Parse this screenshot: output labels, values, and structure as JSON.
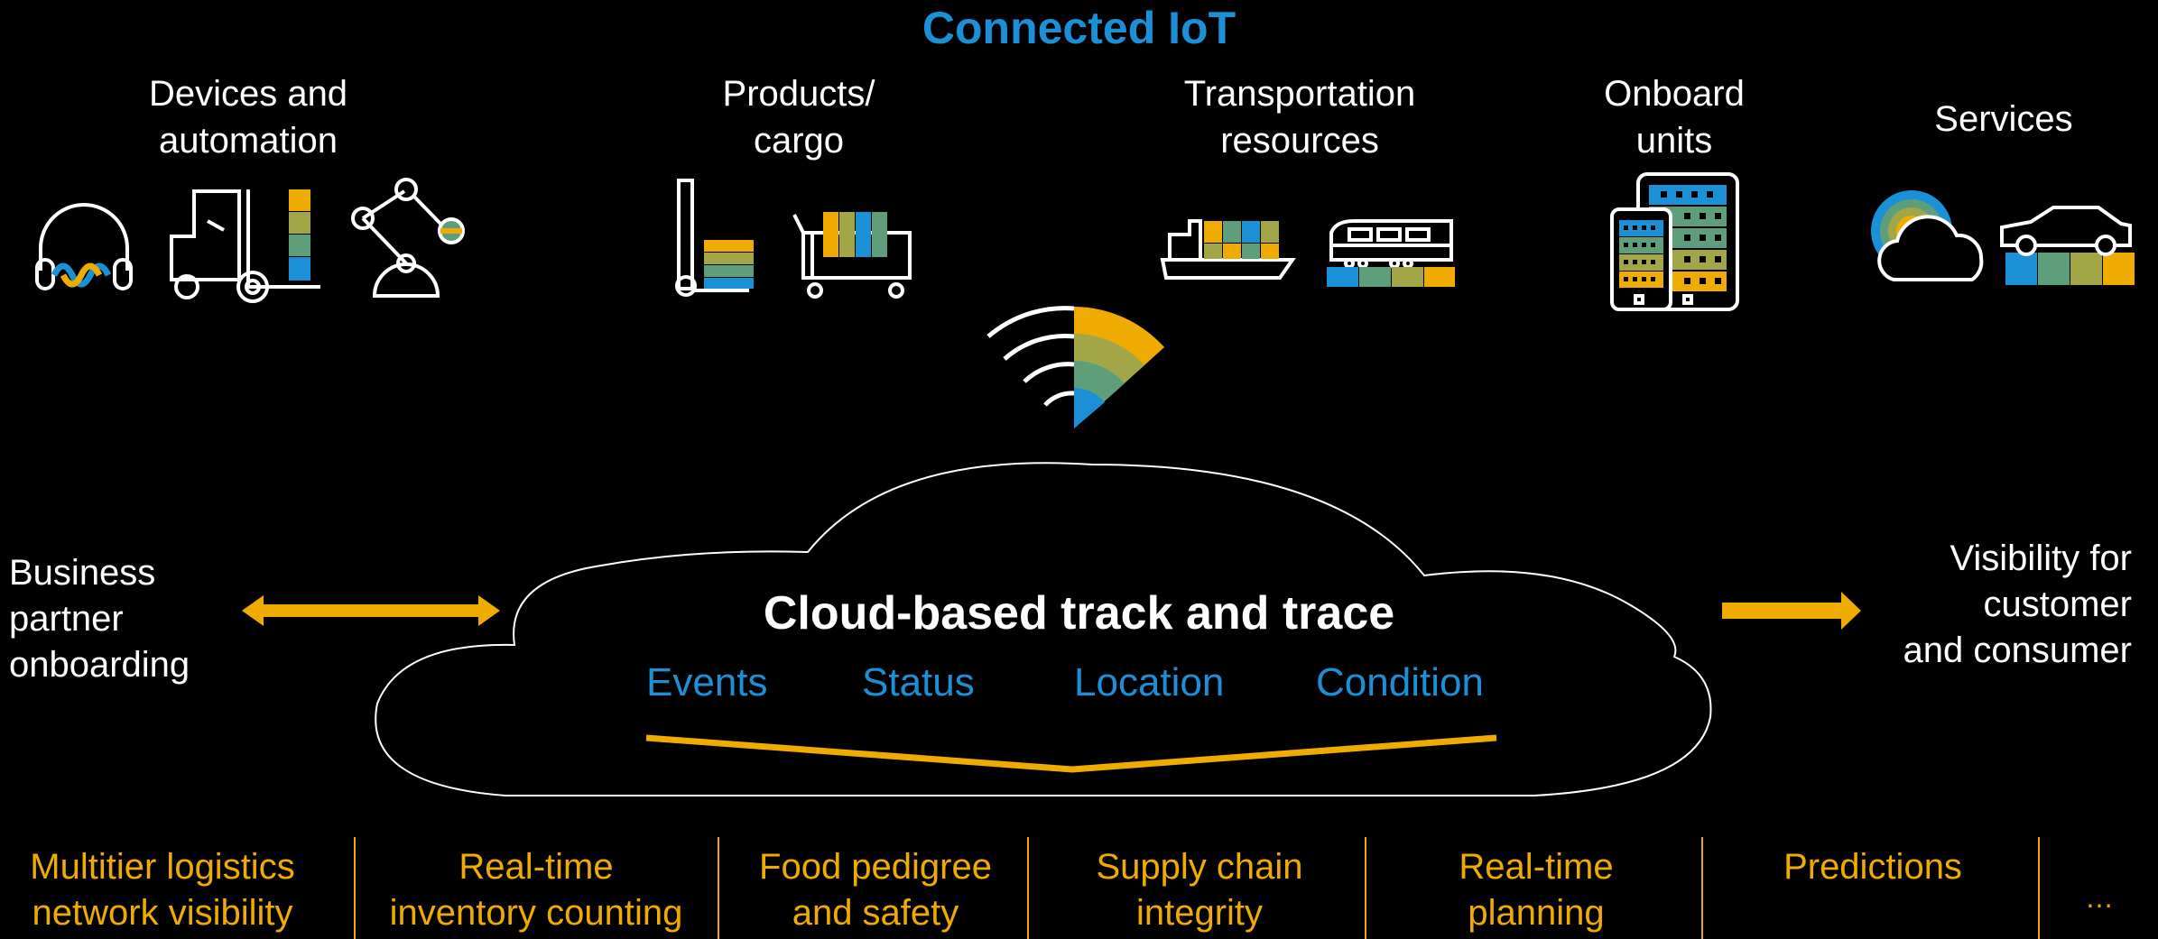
{
  "title": "Connected IoT",
  "categories": [
    {
      "label": "Devices and\nautomation",
      "icons": [
        "headset-icon",
        "forklift-icon",
        "robot-arm-icon"
      ]
    },
    {
      "label": "Products/\ncargo",
      "icons": [
        "hand-truck-icon",
        "cart-icon"
      ]
    },
    {
      "label": "Transportation\nresources",
      "icons": [
        "ship-icon",
        "train-icon"
      ]
    },
    {
      "label": "Onboard\nunits",
      "icons": [
        "mobile-devices-icon"
      ]
    },
    {
      "label": "Services",
      "icons": [
        "cloud-icon",
        "car-icon"
      ]
    }
  ],
  "left_label": "Business\npartner\nonboarding",
  "right_label": "Visibility for\ncustomer\nand consumer",
  "cloud": {
    "title": "Cloud-based track and trace",
    "attributes": [
      "Events",
      "Status",
      "Location",
      "Condition"
    ]
  },
  "use_cases": [
    "Multitier logistics\nnetwork visibility",
    "Real-time\ninventory counting",
    "Food pedigree\nand safety",
    "Supply chain\nintegrity",
    "Real-time\nplanning",
    "Predictions",
    "…"
  ],
  "colors": {
    "accent_blue": "#1b90d6",
    "accent_orange": "#f0ab00",
    "olive": "#a2a646",
    "teal": "#5e9e7a",
    "background": "#000000"
  }
}
